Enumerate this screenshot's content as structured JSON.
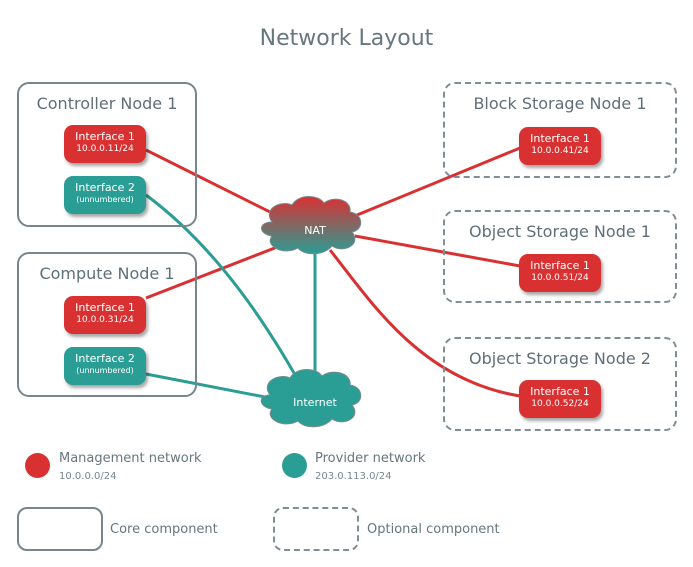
{
  "title": "Network Layout",
  "colors": {
    "management": "#d93131",
    "provider": "#2a9d94",
    "border": "#77868c",
    "text": "#5f6f77"
  },
  "nodes": {
    "controller": {
      "title": "Controller Node 1",
      "type": "core",
      "interfaces": [
        {
          "name": "Interface 1",
          "address": "10.0.0.11/24",
          "network": "management"
        },
        {
          "name": "Interface 2",
          "address": "(unnumbered)",
          "network": "provider"
        }
      ]
    },
    "compute": {
      "title": "Compute Node 1",
      "type": "core",
      "interfaces": [
        {
          "name": "Interface 1",
          "address": "10.0.0.31/24",
          "network": "management"
        },
        {
          "name": "Interface 2",
          "address": "(unnumbered)",
          "network": "provider"
        }
      ]
    },
    "block_storage": {
      "title": "Block Storage Node 1",
      "type": "optional",
      "interfaces": [
        {
          "name": "Interface 1",
          "address": "10.0.0.41/24",
          "network": "management"
        }
      ]
    },
    "object_storage_1": {
      "title": "Object Storage Node 1",
      "type": "optional",
      "interfaces": [
        {
          "name": "Interface 1",
          "address": "10.0.0.51/24",
          "network": "management"
        }
      ]
    },
    "object_storage_2": {
      "title": "Object Storage Node 2",
      "type": "optional",
      "interfaces": [
        {
          "name": "Interface 1",
          "address": "10.0.0.52/24",
          "network": "management"
        }
      ]
    }
  },
  "clouds": {
    "nat": "NAT",
    "internet": "Internet"
  },
  "legend": {
    "management": {
      "label": "Management network",
      "subnet": "10.0.0.0/24"
    },
    "provider": {
      "label": "Provider network",
      "subnet": "203.0.113.0/24"
    },
    "core": "Core component",
    "optional": "Optional component"
  }
}
